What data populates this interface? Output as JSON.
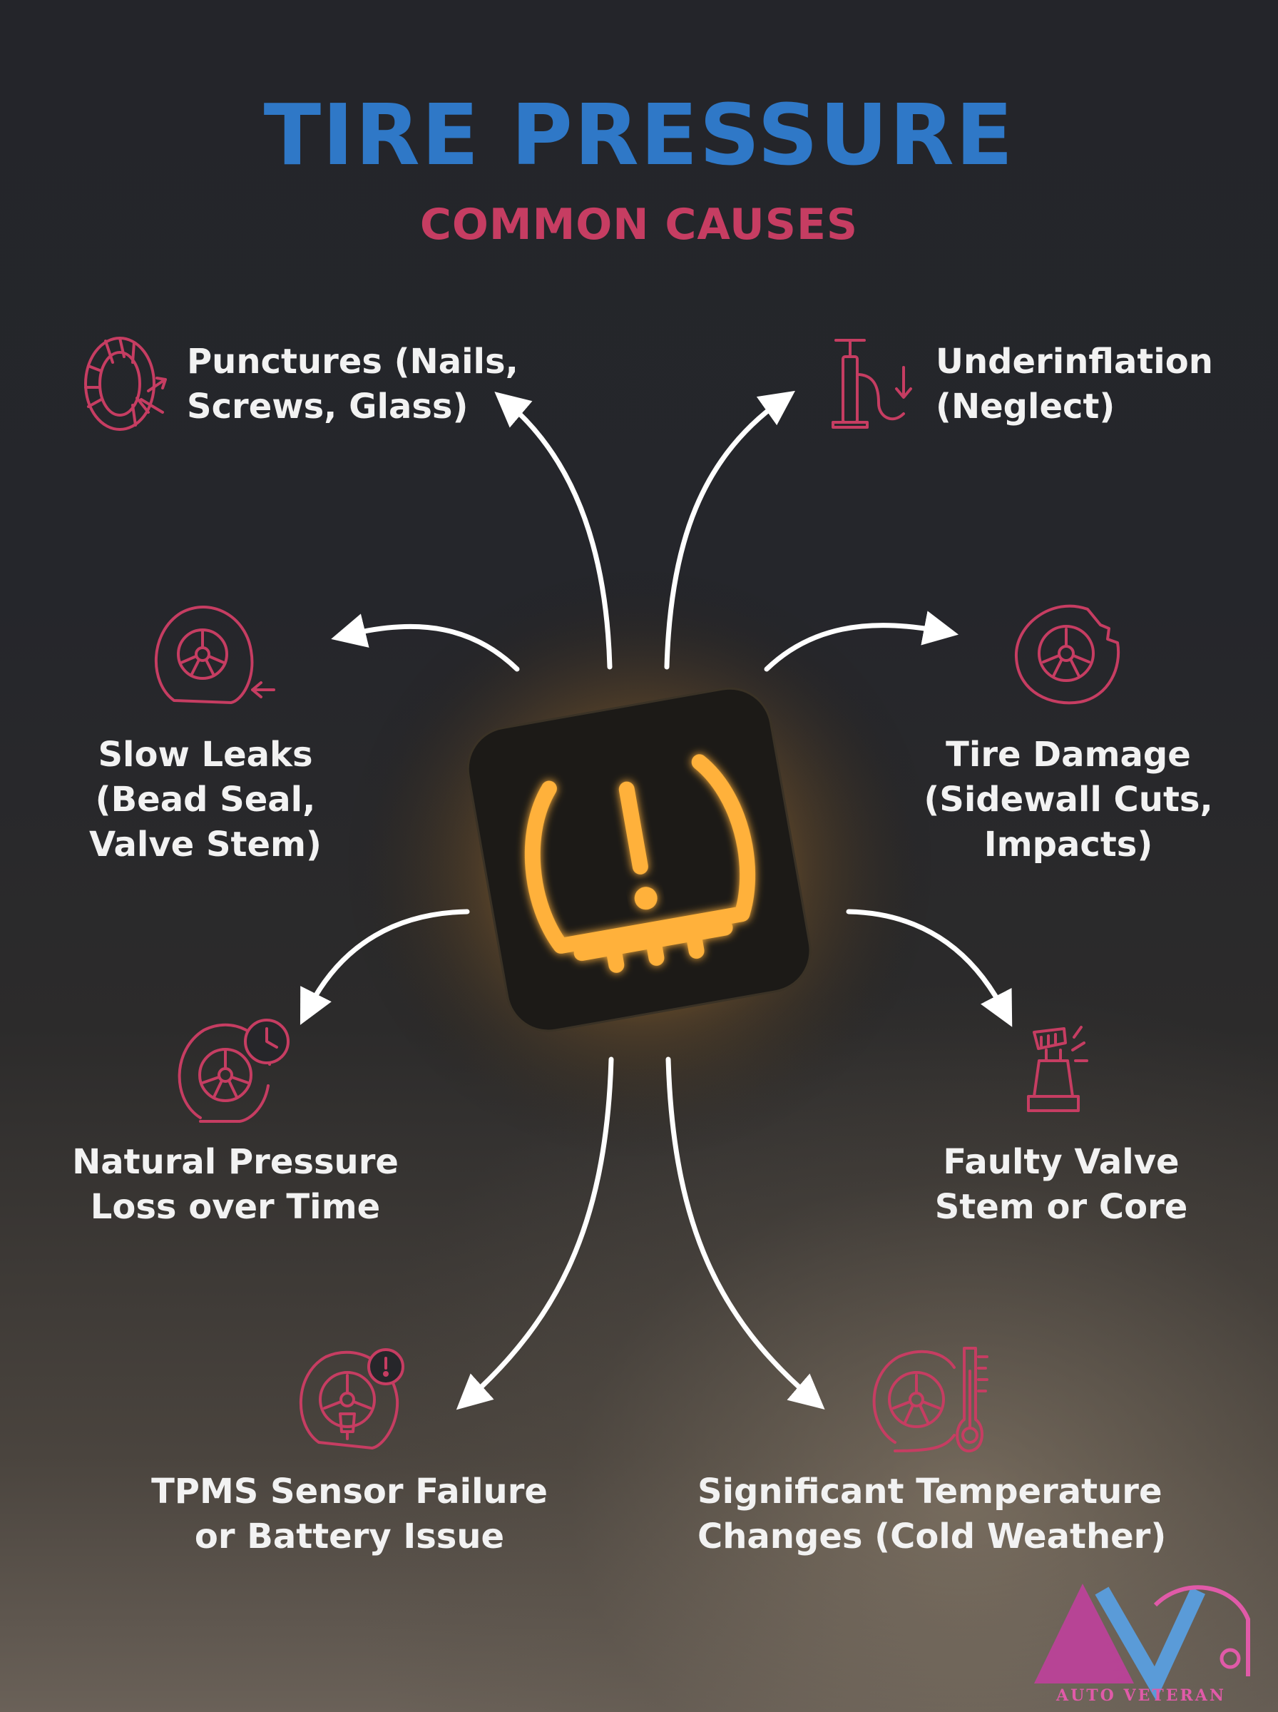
{
  "title": "TIRE PRESSURE",
  "subtitle": "COMMON CAUSES",
  "colors": {
    "title": "#2f78c7",
    "subtitle": "#c63d62",
    "icon": "#c63d62",
    "warning_light": "#ffb13b",
    "label": "#f2f2f2"
  },
  "center_icon": "tpms-warning-light-icon",
  "causes": [
    {
      "id": "punctures",
      "icon": "punctured-tire-icon",
      "lines": [
        "Punctures (Nails,",
        "Screws, Glass)"
      ]
    },
    {
      "id": "underinflation",
      "icon": "tire-pump-icon",
      "lines": [
        "Underinflation",
        "(Neglect)"
      ]
    },
    {
      "id": "slow-leaks",
      "icon": "leaking-wheel-icon",
      "lines": [
        "Slow Leaks",
        "(Bead Seal,",
        "Valve Stem)"
      ]
    },
    {
      "id": "tire-damage",
      "icon": "damaged-wheel-icon",
      "lines": [
        "Tire Damage",
        "(Sidewall Cuts,",
        "Impacts)"
      ]
    },
    {
      "id": "natural-loss",
      "icon": "wheel-clock-icon",
      "lines": [
        "Natural Pressure",
        "Loss over Time"
      ]
    },
    {
      "id": "faulty-valve",
      "icon": "valve-stem-icon",
      "lines": [
        "Faulty Valve",
        "Stem or Core"
      ]
    },
    {
      "id": "tpms-failure",
      "icon": "wheel-sensor-alert-icon",
      "lines": [
        "TPMS Sensor Failure",
        "or Battery Issue"
      ]
    },
    {
      "id": "temperature",
      "icon": "wheel-thermometer-icon",
      "lines": [
        "Significant Temperature",
        "Changes (Cold Weather)"
      ]
    }
  ],
  "watermark": {
    "icon": "auto-veteran-logo-icon",
    "text": "AUTO VETERAN"
  }
}
